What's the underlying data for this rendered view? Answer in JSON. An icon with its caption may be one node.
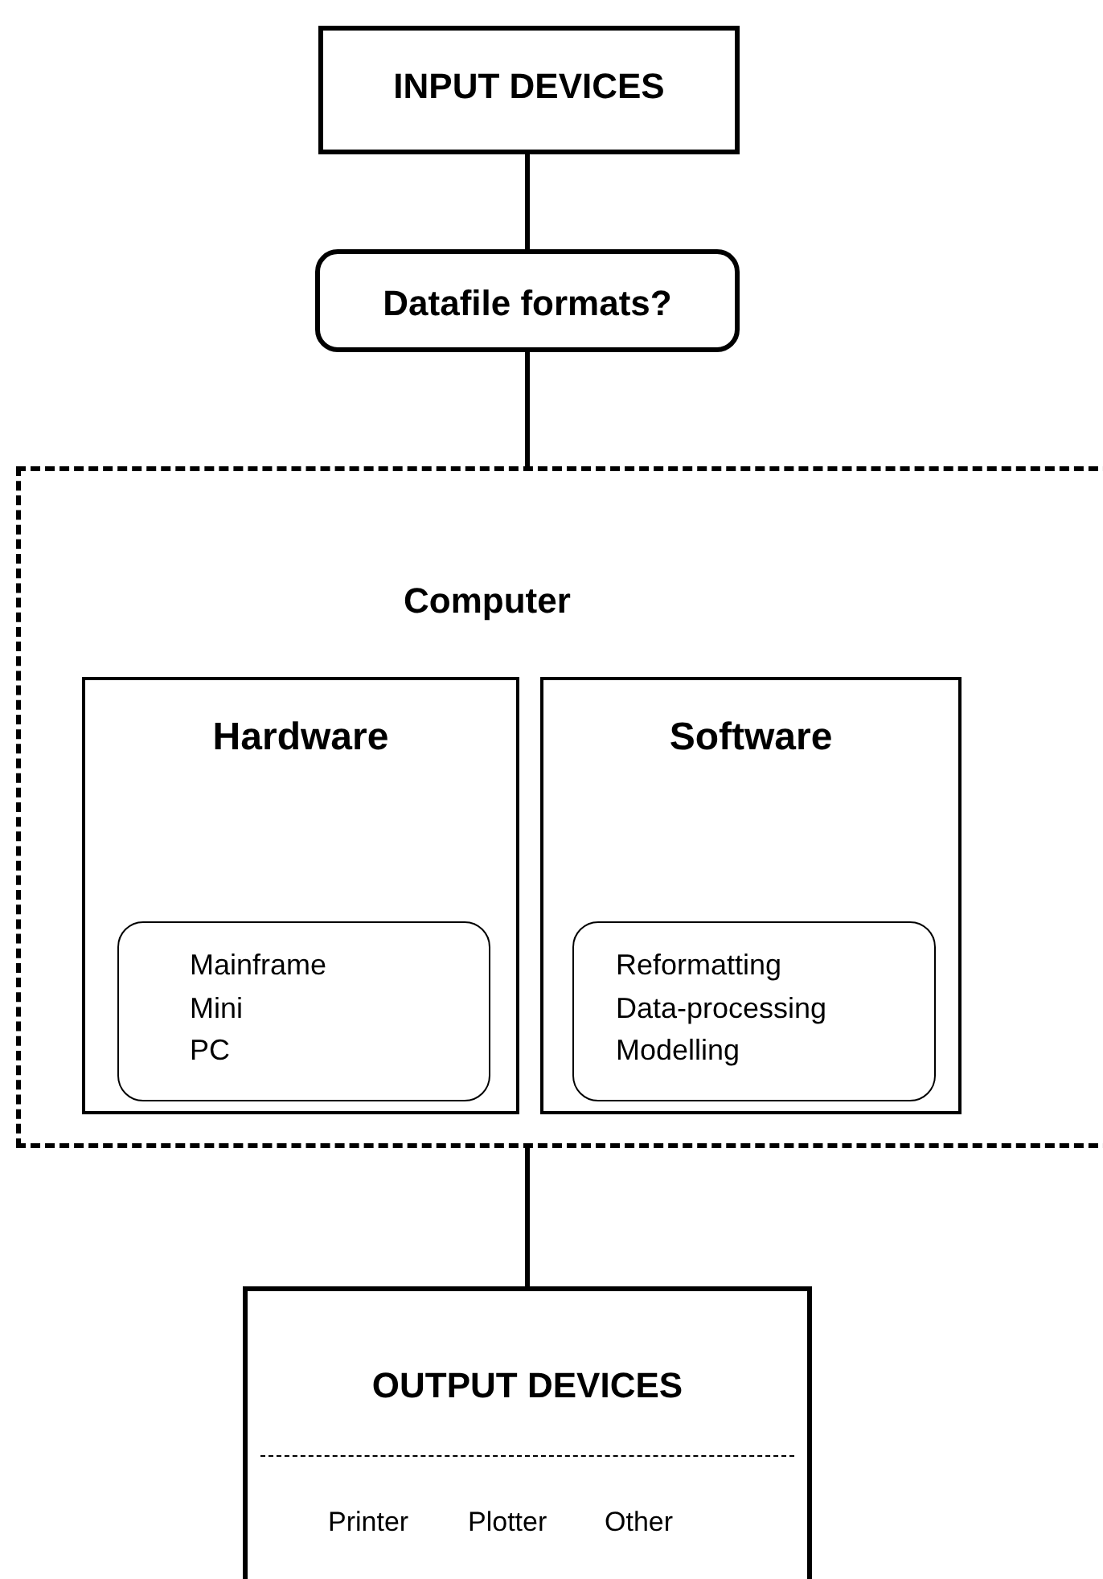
{
  "diagram": {
    "nodes": [
      {
        "text": [
          "INPUT DEVICES"
        ]
      },
      {
        "text": [
          "Datafile formats?"
        ]
      },
      {
        "text": [
          "Computer"
        ]
      },
      {
        "text": [
          "Hardware"
        ],
        "in": 2
      },
      {
        "text": [
          "Mainframe",
          "Mini",
          "PC"
        ],
        "in": 3
      },
      {
        "text": [
          "Software"
        ],
        "in": 2
      },
      {
        "text": [
          "Reformatting",
          "Data-processing",
          "Modelling"
        ],
        "in": 5
      },
      {
        "text": [
          "OUTPUT DEVICES",
          "Printer",
          "Plotter",
          "Other"
        ]
      }
    ],
    "edges": [
      {
        "from": 0,
        "to": 1,
        "arrow": "none"
      },
      {
        "from": 1,
        "to": 2,
        "arrow": "none"
      },
      {
        "from": 2,
        "to": 7,
        "arrow": "none"
      }
    ]
  }
}
